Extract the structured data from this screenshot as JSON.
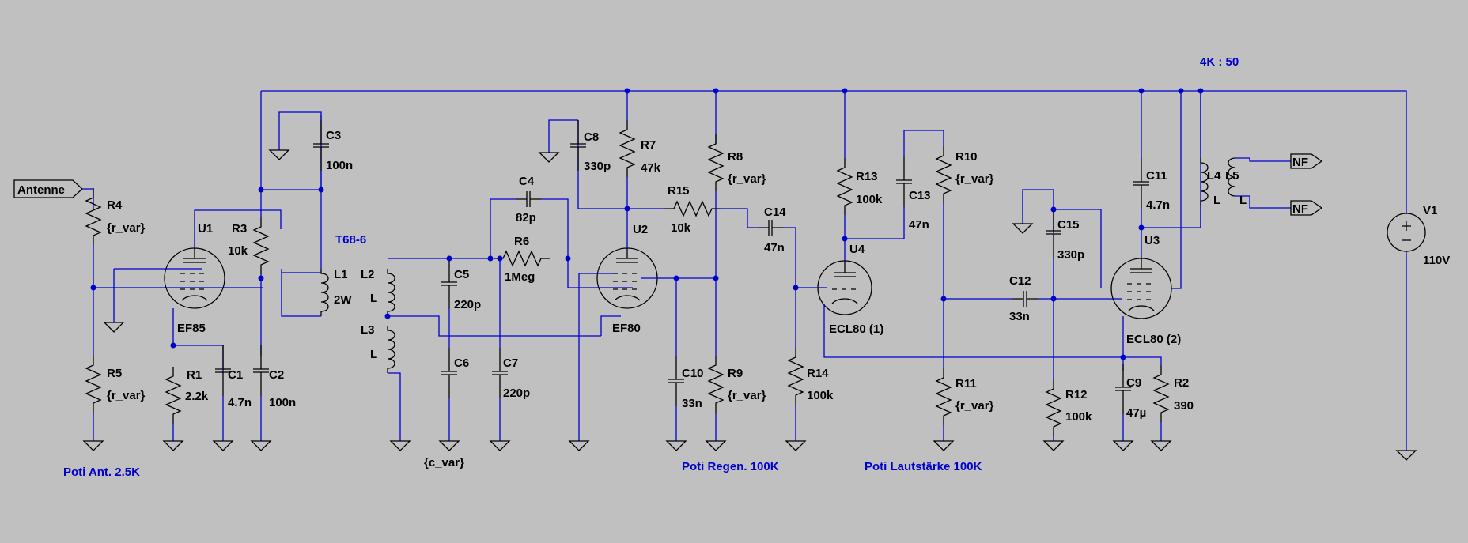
{
  "labels": {
    "R1": "R1",
    "R1v": "2.2k",
    "R2": "R2",
    "R2v": "390",
    "R3": "R3",
    "R3v": "10k",
    "R4": "R4",
    "R4v": "{r_var}",
    "R5": "R5",
    "R5v": "{r_var}",
    "R6": "R6",
    "R6v": "1Meg",
    "R7": "R7",
    "R7v": "47k",
    "R8": "R8",
    "R8v": "{r_var}",
    "R9": "R9",
    "R9v": "{r_var}",
    "R10": "R10",
    "R10v": "{r_var}",
    "R11": "R11",
    "R11v": "{r_var}",
    "R12": "R12",
    "R12v": "100k",
    "R13": "R13",
    "R13v": "100k",
    "R14": "R14",
    "R14v": "100k",
    "R15": "R15",
    "R15v": "10k",
    "C1": "C1",
    "C1v": "4.7n",
    "C2": "C2",
    "C2v": "100n",
    "C3": "C3",
    "C3v": "100n",
    "C4": "C4",
    "C4v": "82p",
    "C5": "C5",
    "C5v": "220p",
    "C6": "C6",
    "C6v": "{c_var}",
    "C7": "C7",
    "C7v": "220p",
    "C8": "C8",
    "C8v": "330p",
    "C9": "C9",
    "C9v": "47µ",
    "C10": "C10",
    "C10v": "33n",
    "C11": "C11",
    "C11v": "4.7n",
    "C12": "C12",
    "C12v": "33n",
    "C13": "C13",
    "C13v": "47n",
    "C14": "C14",
    "C14v": "47n",
    "C15": "C15",
    "C15v": "330p",
    "L1": "L1",
    "L1v": "2W",
    "L2": "L2",
    "L2v": "L",
    "L3": "L3",
    "L3v": "L",
    "L4": "L4",
    "L4v": "L",
    "L5": "L5",
    "L5v": "L",
    "U1": "U1",
    "U1v": "EF85",
    "U2": "U2",
    "U2v": "EF80",
    "U3": "U3",
    "U3v": "ECL80 (2)",
    "U4": "U4",
    "U4v": "ECL80 (1)",
    "V1": "V1",
    "V1v": "110V"
  },
  "flags": {
    "antenna": "Antenne",
    "nf_top": "NF",
    "nf_bottom": "NF"
  },
  "notes": {
    "t68": "T68-6",
    "ratio": "4K : 50",
    "poti_ant": "Poti Ant. 2.5K",
    "poti_regen": "Poti Regen. 100K",
    "poti_volume": "Poti Lautstärke 100K"
  },
  "colors": {
    "background": "#c0c0c0",
    "wire": "#0000cc",
    "component": "#000000",
    "note": "#0000cc"
  }
}
